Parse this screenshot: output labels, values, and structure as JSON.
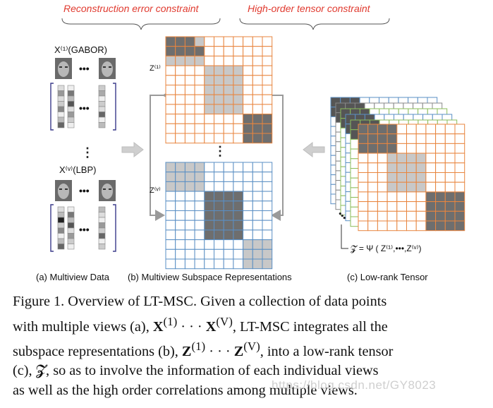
{
  "figure": {
    "header_labels": {
      "left": "Reconstruction error constraint",
      "right": "High-order tensor constraint"
    },
    "multiview": {
      "top_label": "X⁽¹⁾(GABOR)",
      "bottom_label": "X⁽ᵛ⁾(LBP)"
    },
    "matrix_labels": {
      "top": "Z⁽¹⁾",
      "bottom": "Z⁽ᵛ⁾"
    },
    "tensor_formula": "𝓩 = Ψ ( Z⁽¹⁾,•••,Z⁽ᵛ⁾)",
    "sublabels": {
      "a": "(a) Multiview Data",
      "b": "(b) Multiview Subspace Representations",
      "c": "(c) Low-rank Tensor"
    },
    "colors": {
      "orange_grid": "#e8853f",
      "blue_grid": "#5a8fc4",
      "green_grid": "#8bbd5a",
      "dark_fill": "#6e6e6e",
      "light_fill": "#c8c8c8",
      "label_red": "#e03a2f"
    }
  },
  "caption": {
    "line1": "Figure 1.  Overview of LT-MSC. Given a collection of data points",
    "line2_pre": "with multiple views (a), ",
    "line2_x1": "X",
    "line2_sup1": "(1)",
    "line2_dots": " · · · ",
    "line2_xv": "X",
    "line2_supv": "(V)",
    "line2_post": ", LT-MSC integrates all the",
    "line3_pre": "subspace representations (b), ",
    "line3_z1": "Z",
    "line3_sup1": "(1)",
    "line3_dots": " · · · ",
    "line3_zv": "Z",
    "line3_supv": "(V)",
    "line3_post": ", into a low-rank tensor",
    "line4": "(c), 𝓩, so as to involve the information of each individual views",
    "line5": "as well as the high order correlations among multiple views."
  },
  "watermark": "https://blog.csdn.net/GY8023"
}
